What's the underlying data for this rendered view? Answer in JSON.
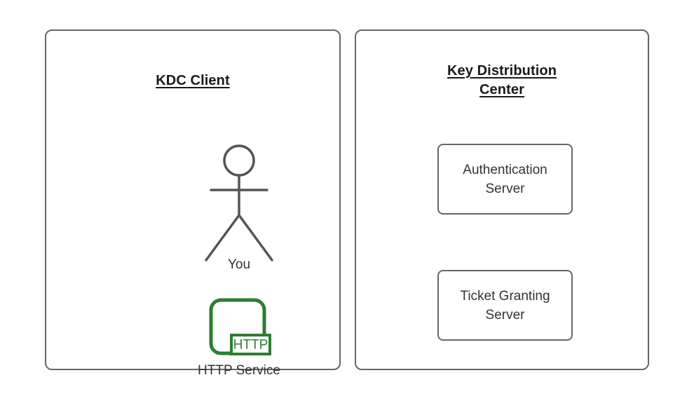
{
  "diagram": {
    "background_color": "#ffffff",
    "stroke_color": "#666666",
    "text_color": "#333333",
    "title_color": "#1a1a1a",
    "accent_green": "#2E7D32",
    "panels": [
      {
        "id": "kdc-client",
        "title": "KDC Client",
        "title_lines": [
          "KDC Client"
        ],
        "actor": {
          "icon": "stick-figure-icon",
          "label": "You"
        },
        "service": {
          "icon": "http-service-icon",
          "badge": "HTTP",
          "label": "HTTP Service",
          "color": "#2E7D32"
        }
      },
      {
        "id": "key-distribution-center",
        "title": "Key Distribution Center",
        "title_lines": [
          "Key Distribution",
          "Center"
        ],
        "boxes": [
          {
            "id": "authentication-server",
            "lines": [
              "Authentication",
              "Server"
            ]
          },
          {
            "id": "ticket-granting-server",
            "lines": [
              "Ticket Granting",
              "Server"
            ]
          }
        ]
      }
    ]
  }
}
